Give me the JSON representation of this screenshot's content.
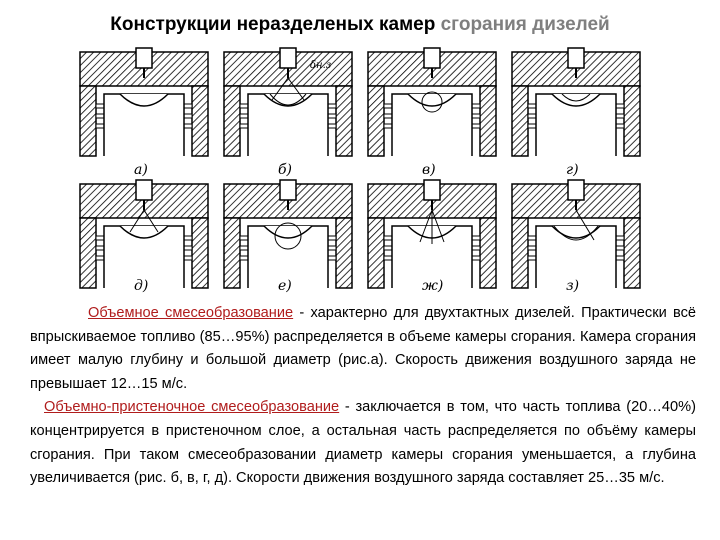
{
  "title": {
    "part1": "Конструкции неразделеных камер",
    "part2": "сгорания дизелей"
  },
  "figure": {
    "captions": [
      "а)",
      "б)",
      "в)",
      "г)",
      "д)",
      "е)",
      "ж)",
      "з)"
    ],
    "annotation": "δн.з"
  },
  "para1": {
    "term": "Объемное смесеобразование",
    "text": " - характерно для двухтактных дизелей. Практически всё впрыскиваемое топливо (85…95%) распределяется в объеме камеры сгорания. Камера сгорания имеет малую глубину и большой диаметр (рис.а). Скорость движения воздушного заряда не превышает 12…15 м/с."
  },
  "para2": {
    "term": "Объемно-пристеночное смесеобразование",
    "text": " - заключается в том, что часть топлива (20…40%) концентрируется в пристеночном слое, а остальная часть распределяется по объёму камеры сгорания. При таком смесеобразовании диаметр камеры сгорания уменьшается, а глубина увеличивается (рис. б, в, г, д).  Скорости движения воздушного заряда  составляет 25…35 м/с."
  },
  "colors": {
    "term": "#b01c1c",
    "accent": "#7f7f7f"
  }
}
